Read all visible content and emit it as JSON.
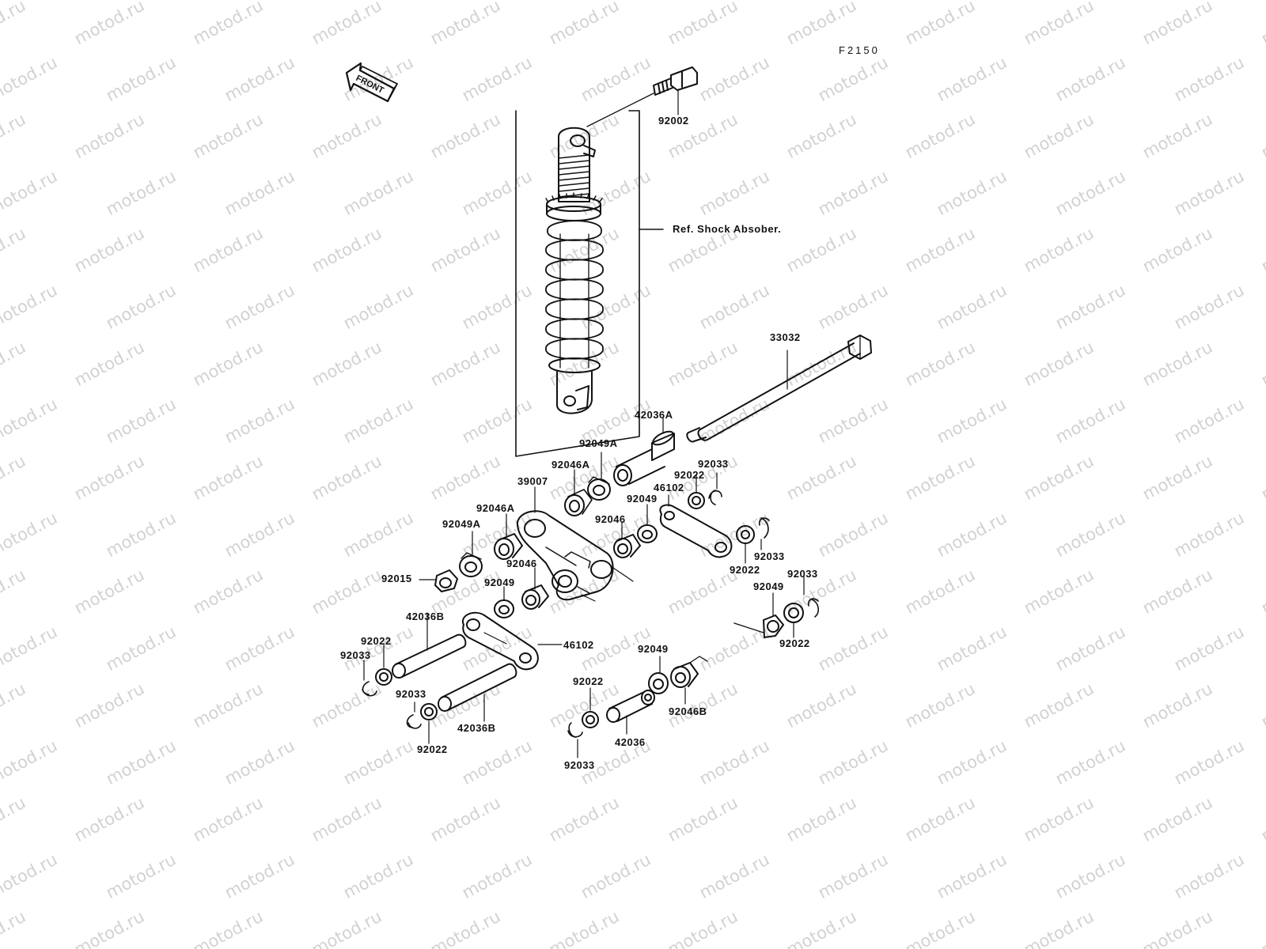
{
  "diagram": {
    "code": "F2150",
    "front_label": "FRONT",
    "ref_label": "Ref. Shock Absober.",
    "watermark": "motod.ru",
    "callouts": {
      "p92002": "92002",
      "p33032": "33032",
      "p42036A": "42036A",
      "p92049A_r": "92049A",
      "p92046A_r": "92046A",
      "p39007": "39007",
      "p92022_r1": "92022",
      "p92033_r1": "92033",
      "p46102_r": "46102",
      "p92049_r": "92049",
      "p92046_r": "92046",
      "p92046A_l": "92046A",
      "p92049A_l": "92049A",
      "p92015": "92015",
      "p92046_l": "92046",
      "p92049_l": "92049",
      "p92033_r2": "92033",
      "p92022_r2": "92022",
      "p92049_r2": "92049",
      "p92033_r3": "92033",
      "p92022_r3": "92022",
      "p42036B_t": "42036B",
      "p92022_l1": "92022",
      "p92033_l1": "92033",
      "p46102_l": "46102",
      "p92033_l2": "92033",
      "p92022_l2": "92022",
      "p42036B_b": "42036B",
      "p92049_b": "92049",
      "p92022_b": "92022",
      "p42036": "42036",
      "p92046B": "92046B",
      "p92033_b": "92033"
    }
  }
}
